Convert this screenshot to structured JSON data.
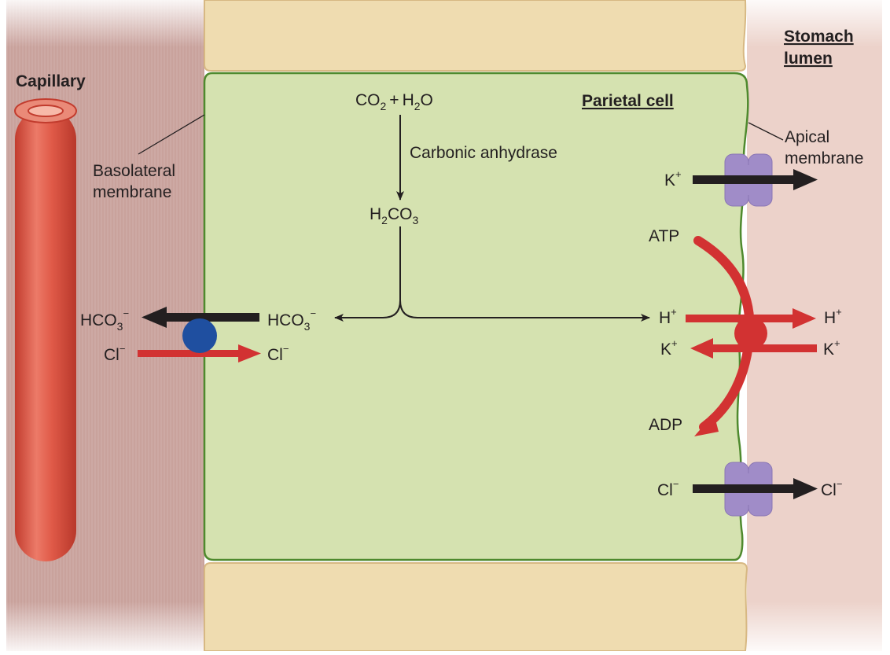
{
  "regions": {
    "capillary": "Capillary",
    "stomach_lumen_line1": "Stomach",
    "stomach_lumen_line2": "lumen",
    "parietal_cell": "Parietal cell"
  },
  "membranes": {
    "basolateral_line1": "Basolateral",
    "basolateral_line2": "membrane",
    "apical_line1": "Apical",
    "apical_line2": "membrane"
  },
  "reaction": {
    "co2": "CO",
    "co2_sub": "2",
    "plus": "+",
    "h2o_h": "H",
    "h2o_sub": "2",
    "h2o_o": "O",
    "enzyme": "Carbonic anhydrase",
    "h2co3_h": "H",
    "h2co3_sub1": "2",
    "h2co3_co": "CO",
    "h2co3_sub2": "3"
  },
  "ions": {
    "hco3": "HCO",
    "hco3_sub": "3",
    "hco3_sup": "−",
    "cl": "Cl",
    "cl_sup": "−",
    "h": "H",
    "h_sup": "+",
    "k": "K",
    "k_sup": "+"
  },
  "energy": {
    "atp": "ATP",
    "adp": "ADP"
  },
  "colors": {
    "capillary_bg": "#c9a29c",
    "lumen_bg": "#ecd2ca",
    "cell_fill": "#d5e2b0",
    "cell_border": "#4f8a2e",
    "neighbor_cell": "#efdcb0",
    "vessel_red": "#d84a3a",
    "transport_red": "#d23232",
    "exchanger_blue": "#1f4fa0",
    "channel_purple": "#a08cc8"
  }
}
